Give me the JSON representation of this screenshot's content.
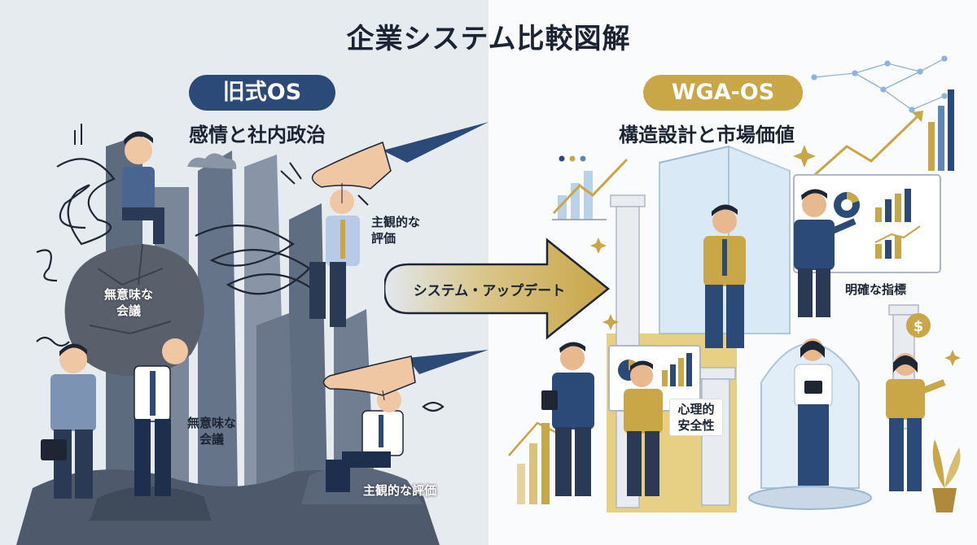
{
  "title": "企業システム比較図解",
  "old_system": {
    "name": "旧式OS",
    "subtitle": "感情と社内政治",
    "labels": {
      "boulder": "無意味な\n会議",
      "subjective_top": "主観的な\n評価",
      "meeting_bottom": "無意味な\n会議",
      "subjective_bottom": "主観的な評価"
    }
  },
  "transition": {
    "label": "システム・アップデート"
  },
  "new_system": {
    "name": "WGA-OS",
    "subtitle": "構造設計と市場価値",
    "labels": {
      "metrics": "明確な指標",
      "safety": "心理的\n安全性"
    }
  },
  "colors": {
    "old_accent": "#2c4a78",
    "new_accent": "#c9a646",
    "left_background": "#e6ebf0",
    "right_background": "#fafbfc"
  },
  "icons": [
    "stress-icon",
    "chaos-scribble-icon",
    "puppet-hand-icon",
    "growth-chart-icon",
    "dollar-coin-icon",
    "sparkle-icon",
    "network-icon",
    "pillar-icon",
    "glass-dome-icon"
  ]
}
